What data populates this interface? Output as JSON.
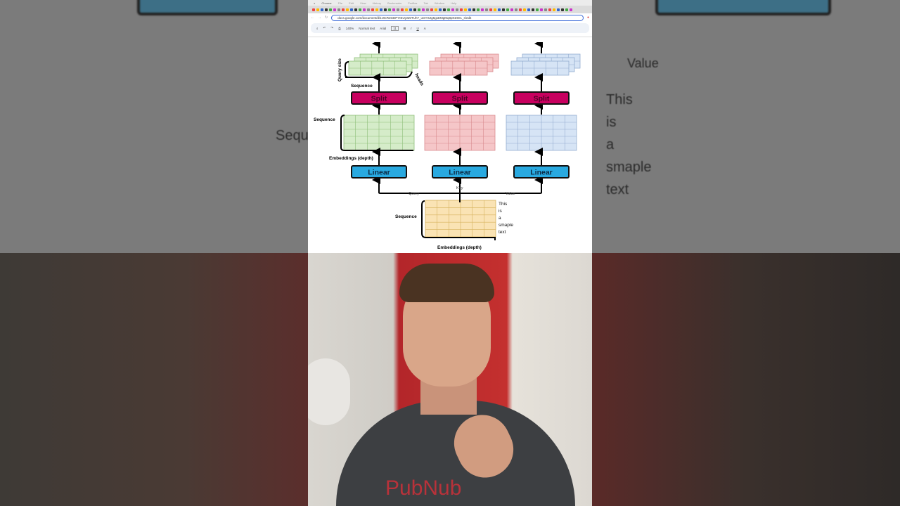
{
  "browser": {
    "menu": [
      "Chrome",
      "File",
      "Edit",
      "View",
      "History",
      "Bookmarks",
      "Profiles",
      "Tab",
      "Window",
      "Help"
    ],
    "url": "docs.google.com/document/d/1v9cR3GDPYIEUywMTUh7_uGYXZg5gxEMgMq8pKDOI1_s/edit"
  },
  "toolbar": {
    "zoom": "140%",
    "style": "Normal text",
    "font": "Arial",
    "font_size": "11",
    "bold": "B",
    "italic": "I",
    "underline": "U",
    "text_color": "A"
  },
  "diagram": {
    "split_label": "Split",
    "linear_label": "Linear",
    "query_size": "Query size",
    "heads": "heads",
    "sequence": "Sequence",
    "embeddings": "Embeddings (depth)",
    "query": "Query",
    "key": "Key",
    "value": "Value",
    "sample_text": [
      "This",
      "is",
      "a",
      "smaple",
      "text"
    ],
    "colors": {
      "query": "#d5ecc9",
      "key": "#f5c6c8",
      "value": "#d6e4f5",
      "input": "#fae3b4",
      "split": "#c8005f",
      "linear": "#29a9e0"
    }
  },
  "video": {
    "shirt_text": "PubNub"
  }
}
